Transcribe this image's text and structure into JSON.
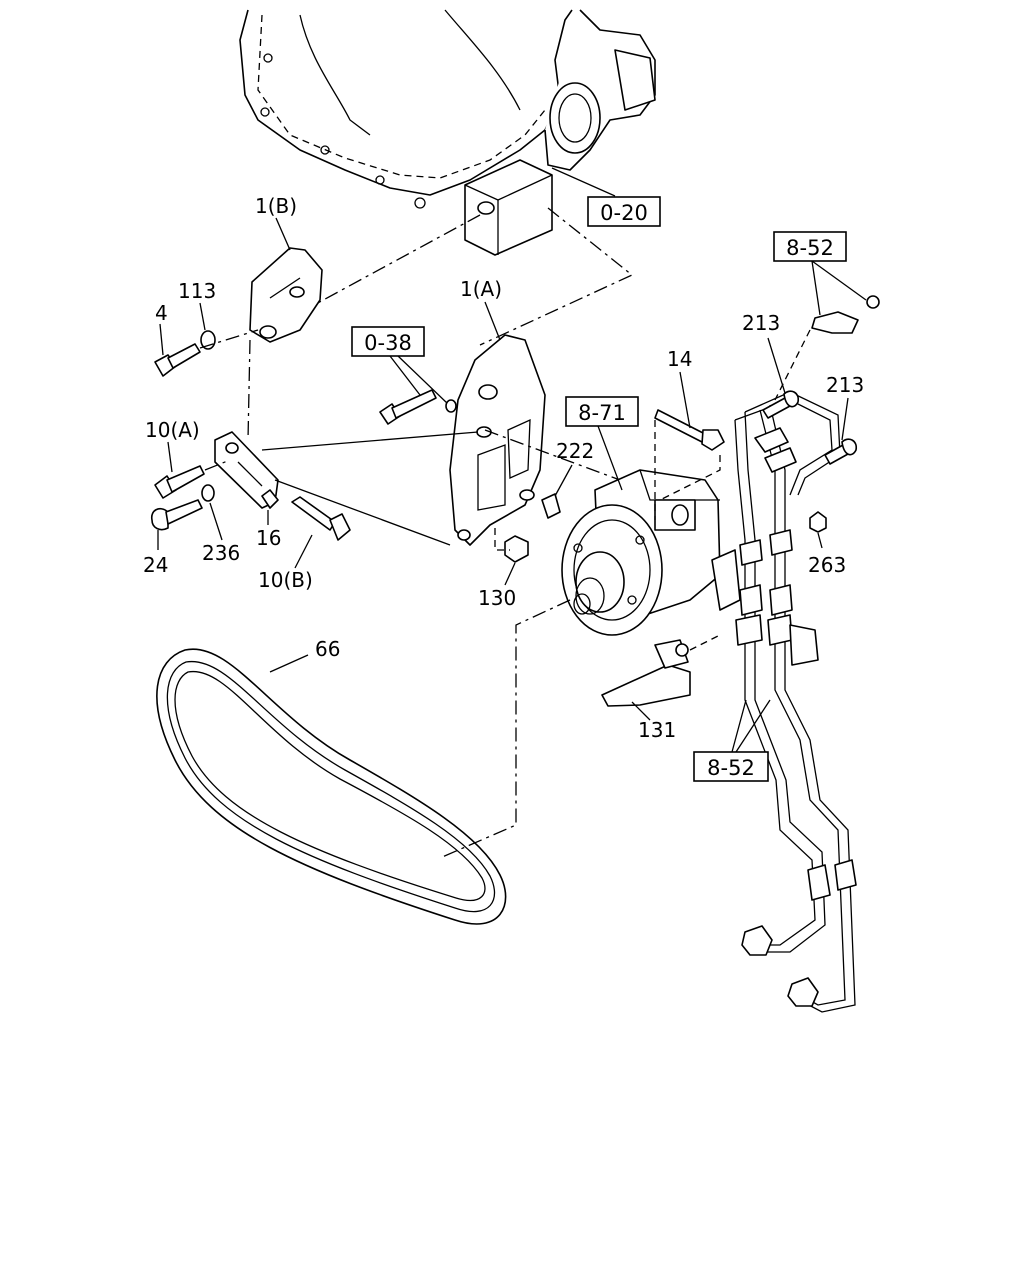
{
  "part_labels": {
    "p1B": "1(B)",
    "p113": "113",
    "p4": "4",
    "p1A": "1(A)",
    "p10A": "10(A)",
    "p24": "24",
    "p236": "236",
    "p16": "16",
    "p10B": "10(B)",
    "p222": "222",
    "p130": "130",
    "p14": "14",
    "p213a": "213",
    "p213b": "213",
    "p263": "263",
    "p66": "66",
    "p131": "131"
  },
  "section_refs": {
    "r020": "0-20",
    "r038": "0-38",
    "r871": "8-71",
    "r852top": "8-52",
    "r852bot": "8-52"
  }
}
